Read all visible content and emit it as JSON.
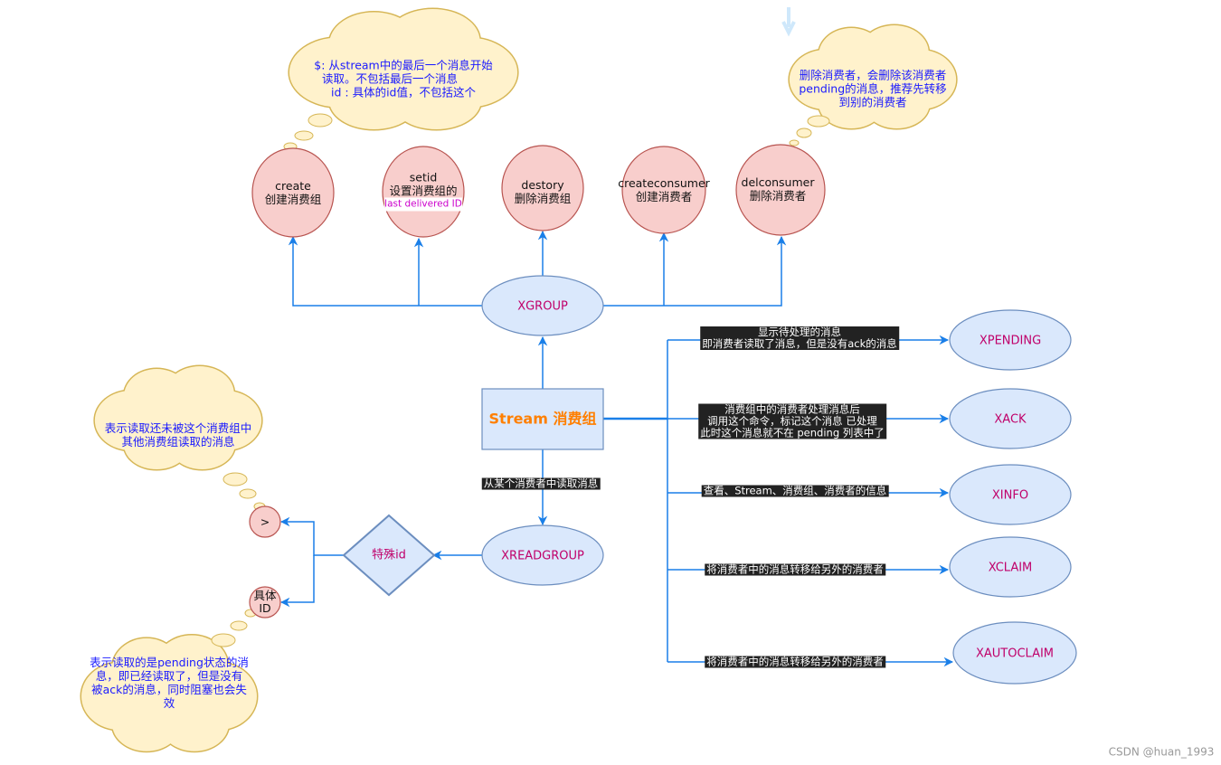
{
  "center": {
    "label": "Stream 消费组"
  },
  "xgroup": {
    "label": "XGROUP",
    "subcommands": [
      {
        "name": "create",
        "desc": "创建消费组"
      },
      {
        "name": "setid",
        "desc": "设置消费组的",
        "extra": "last delivered ID"
      },
      {
        "name": "destory",
        "desc": "删除消费组"
      },
      {
        "name": "createconsumer",
        "desc": "创建消费者"
      },
      {
        "name": "delconsumer",
        "desc": "删除消费者"
      }
    ],
    "notes": {
      "create": [
        "$: 从stream中的最后一个消息开始",
        "读取。不包括最后一个消息",
        "id : 具体的id值，不包括这个"
      ],
      "delconsumer": [
        "删除消费者，会删除该消费者",
        "pending的消息，推荐先转移",
        "到别的消费者"
      ]
    }
  },
  "commands": [
    {
      "label": "XPENDING",
      "desc": [
        "显示待处理的消息",
        "即消费者读取了消息，但是没有ack的消息"
      ]
    },
    {
      "label": "XACK",
      "desc": [
        "消费组中的消费者处理消息后",
        "调用这个命令，标记这个消息 已处理",
        "此时这个消息就不在 pending 列表中了"
      ]
    },
    {
      "label": "XINFO",
      "desc": [
        "查看、Stream、消费组、消费者的信息"
      ]
    },
    {
      "label": "XCLAIM",
      "desc": [
        "将消费者中的消息转移给另外的消费者"
      ]
    },
    {
      "label": "XAUTOCLAIM",
      "desc": [
        "将消费者中的消息转移给另外的消费者"
      ]
    }
  ],
  "xreadgroup": {
    "label": "XREADGROUP",
    "edge_label": "从某个消费者中读取消息",
    "special_id": "特殊id",
    "options": [
      {
        "label": ">",
        "note": [
          "表示读取还未被这个消费组中",
          "其他消费组读取的消息"
        ]
      },
      {
        "label": [
          "具体",
          "ID"
        ],
        "note": [
          "表示读取的是pending状态的消",
          "息，即已经读取了，但是没有",
          "被ack的消息，同时阻塞也会失",
          "效"
        ]
      }
    ]
  },
  "colors": {
    "edge": "#1a7fe8",
    "circle_fill": "#f8cecc",
    "circle_stroke": "#b85450",
    "ellipse_fill": "#dae8fc",
    "ellipse_stroke": "#6c8ebf",
    "cloud_fill": "#fff2cc",
    "cloud_stroke": "#d6b656",
    "center_text": "#ff7f00"
  },
  "watermark": "CSDN @huan_1993"
}
